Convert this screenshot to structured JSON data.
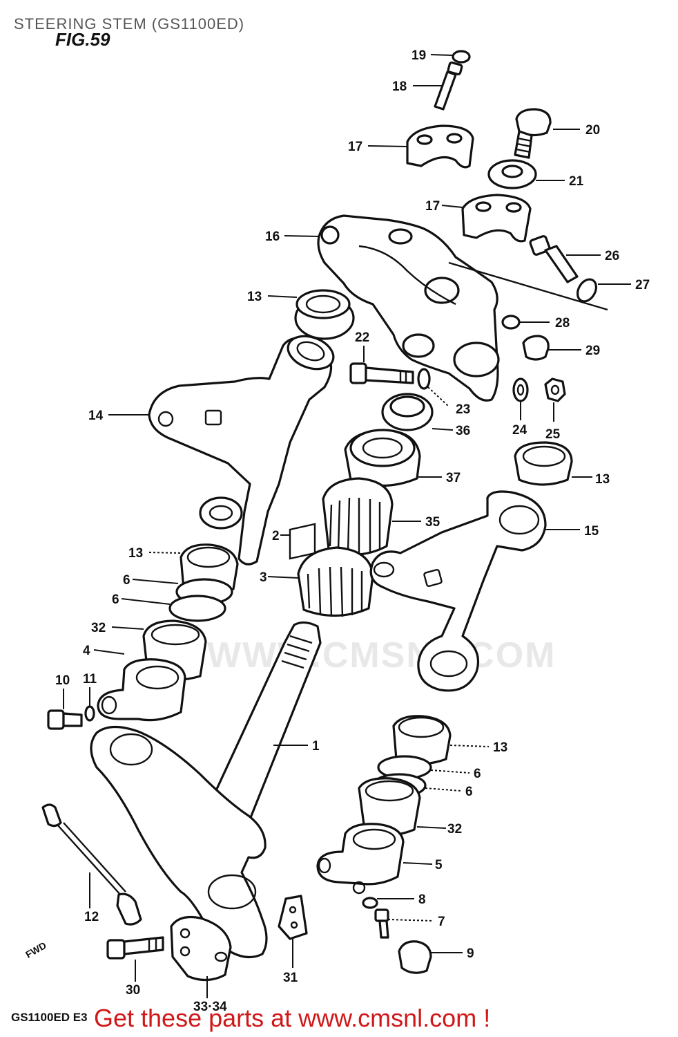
{
  "header": {
    "title": "STEERING STEM (GS1100ED)",
    "figure": "FIG.59"
  },
  "footer": {
    "model": "GS1100ED E3",
    "promo": "Get these parts at www.cmsnl.com !"
  },
  "watermark": "WWW.CMSNL.COM",
  "direction_mark": "FWD",
  "callouts": [
    {
      "id": "c19",
      "text": "19"
    },
    {
      "id": "c18",
      "text": "18"
    },
    {
      "id": "c20",
      "text": "20"
    },
    {
      "id": "c17a",
      "text": "17"
    },
    {
      "id": "c21",
      "text": "21"
    },
    {
      "id": "c17b",
      "text": "17"
    },
    {
      "id": "c16",
      "text": "16"
    },
    {
      "id": "c26",
      "text": "26"
    },
    {
      "id": "c27",
      "text": "27"
    },
    {
      "id": "c13a",
      "text": "13"
    },
    {
      "id": "c28",
      "text": "28"
    },
    {
      "id": "c22",
      "text": "22"
    },
    {
      "id": "c29",
      "text": "29"
    },
    {
      "id": "c14",
      "text": "14"
    },
    {
      "id": "c23",
      "text": "23"
    },
    {
      "id": "c36",
      "text": "36"
    },
    {
      "id": "c24",
      "text": "24"
    },
    {
      "id": "c25",
      "text": "25"
    },
    {
      "id": "c37",
      "text": "37"
    },
    {
      "id": "c13b",
      "text": "13"
    },
    {
      "id": "c35",
      "text": "35"
    },
    {
      "id": "c2",
      "text": "2"
    },
    {
      "id": "c15",
      "text": "15"
    },
    {
      "id": "c13c",
      "text": "13"
    },
    {
      "id": "c3",
      "text": "3"
    },
    {
      "id": "c6a",
      "text": "6"
    },
    {
      "id": "c6b",
      "text": "6"
    },
    {
      "id": "c32a",
      "text": "32"
    },
    {
      "id": "c4",
      "text": "4"
    },
    {
      "id": "c10",
      "text": "10"
    },
    {
      "id": "c11",
      "text": "11"
    },
    {
      "id": "c1",
      "text": "1"
    },
    {
      "id": "c13d",
      "text": "13"
    },
    {
      "id": "c6c",
      "text": "6"
    },
    {
      "id": "c6d",
      "text": "6"
    },
    {
      "id": "c32b",
      "text": "32"
    },
    {
      "id": "c5",
      "text": "5"
    },
    {
      "id": "c12",
      "text": "12"
    },
    {
      "id": "c8",
      "text": "8"
    },
    {
      "id": "c7",
      "text": "7"
    },
    {
      "id": "c9",
      "text": "9"
    },
    {
      "id": "c30",
      "text": "30"
    },
    {
      "id": "c31",
      "text": "31"
    },
    {
      "id": "c3334",
      "text": "33·34"
    }
  ]
}
